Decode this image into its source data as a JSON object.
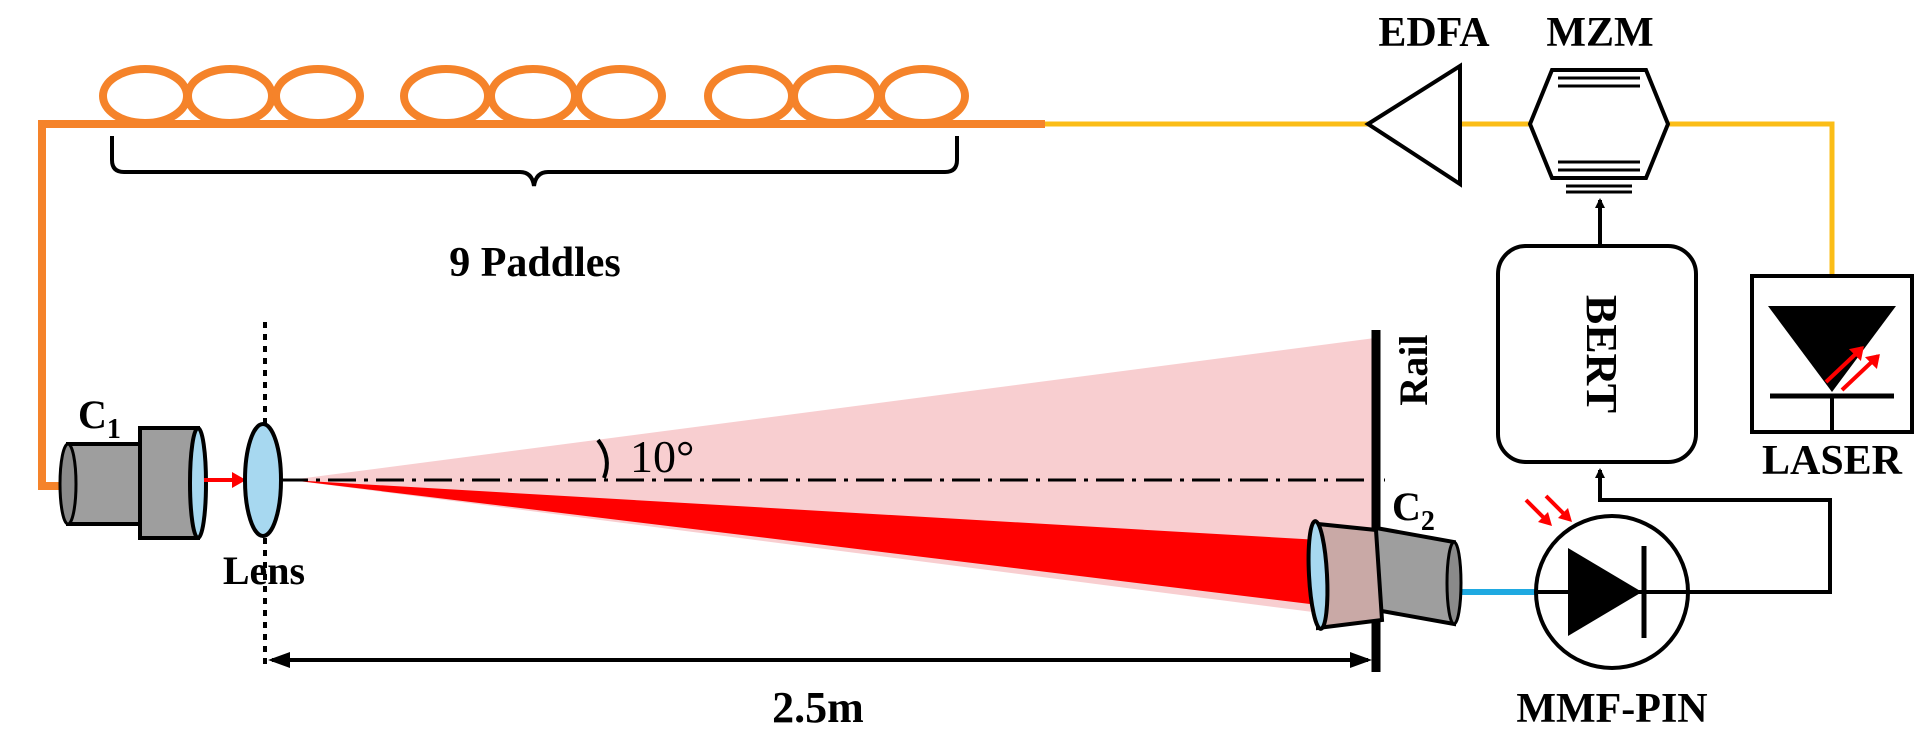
{
  "labels": {
    "edfa": "EDFA",
    "mzm": "MZM",
    "paddles": "9 Paddles",
    "rail": "Rail",
    "bert": "BERT",
    "laser": "LASER",
    "c1_main": "C",
    "c1_sub": "1",
    "c2_main": "C",
    "c2_sub": "2",
    "lens": "Lens",
    "angle": "10°",
    "distance": "2.5m",
    "pin": "MMF-PIN"
  },
  "colors": {
    "fiber_orange": "#f5832a",
    "fiber_yellow": "#fbbd17",
    "fiber_blue": "#1fa9e1",
    "beam_red": "#ff0000",
    "beam_pink": "#f7c5c8",
    "collimator_gray": "#9e9e9e",
    "collimator_tan": "#c9a9a6",
    "lens_blue": "#a7d8f0",
    "arrow_red": "#ff0000"
  }
}
